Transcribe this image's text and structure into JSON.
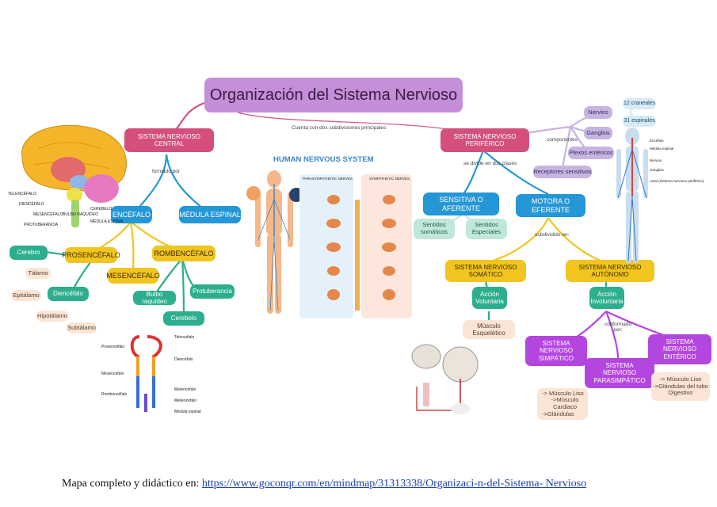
{
  "title": "Organización del Sistema Nervioso",
  "connector_main": "Cuenta con dos subdivisiones principales",
  "snc": "SISTEMA NERVIOSO CENTRAL",
  "snc_connector": "formado por",
  "encefalo": "ENCÉFALO",
  "medula": "MÉDULA ESPINAL",
  "prosencefalo": "PROSENCÉFALO",
  "mesencefalo": "MESENCÉFALO",
  "rombencefalo": "ROMBENCÉFALO",
  "cerebro": "Cerebro",
  "talamo": "Tálamo",
  "epitalamo": "Epitálamo",
  "hipotalamo": "Hipotálamo",
  "subtalamo": "Subtálamo",
  "diencefalo": "Diencéfalo",
  "bulbo": "Bulbo raquídeo",
  "protuberancia": "Protuberancia",
  "cerebelo": "Cerebelo",
  "brain_labels": [
    "TELENCÉFALO",
    "DIENCÉFALO",
    "MESENCÉFALO",
    "BULBO RAQUÍDEO",
    "PROTUBERANCIA",
    "CEREBELO",
    "MÉDULA ESPINAL"
  ],
  "tube_labels": {
    "left": [
      "Prosencéfalo",
      "Mesencéfalo",
      "Rombencéfalo"
    ],
    "right": [
      "Telencéfalo",
      "Diencéfalo",
      "Metencéfalo",
      "Mielencéfalo",
      "Médula espinal"
    ]
  },
  "hns_title": "HUMAN NERVOUS SYSTEM",
  "hns_para": "PARASYMPATHETIC NERVES",
  "hns_sym": "SYMPATHETIC NERVES",
  "snp": "SISTEMA NERVIOSO PERIFÉRICO",
  "snp_connector1": "componentes",
  "nervios": "Nervios",
  "craneales": "12 craneales",
  "espinales": "31 espinales",
  "ganglios": "Ganglios",
  "plexos": "Plexos entéricos",
  "receptores": "Receptores sensitivos",
  "snp_connector2": "se divide en dos clases",
  "sensitiva": "SENSITIVA O AFERENTE",
  "motora": "MOTORA O EFERENTE",
  "somaticos": "Sentidos somáticos",
  "especiales": "Sentidos Especiales",
  "motora_connector": "subdividido en:",
  "somatico": "SISTEMA NERVIOSO SOMÁTICO",
  "autonomo": "SISTEMA NERVIOSO AUTÓNOMO",
  "voluntaria": "Acción Voluntaria",
  "involuntaria": "Acción Involuntaria",
  "musculo_esq": "Músculo Esquelético",
  "autonomo_connector": "conformado por:",
  "simpatico": "SISTEMA NERVIOSO SIMPÁTICO",
  "parasimpatico": "SISTEMA NERVIOSO PARASIMPÁTICO",
  "enterico": "SISTEMA NERVIOSO ENTÉRICO",
  "simp_targets": [
    "-> Músculo Liso",
    "->Músculo Cardiaco",
    "->Glándulas"
  ],
  "enterico_targets": [
    "-> Músculo Liso",
    "->Glándulas del tubo",
    "Digestivo"
  ],
  "body_labels": [
    "Encéfalo",
    "Médula espinal",
    "Nervios",
    "Ganglios",
    "Axial (Sistema nervioso periférico)"
  ],
  "footer_prefix": "Mapa completo y didáctico en: ",
  "footer_link": "https://www.goconqr.com/en/mindmap/31313338/Organizaci-n-del-Sistema- Nervioso"
}
